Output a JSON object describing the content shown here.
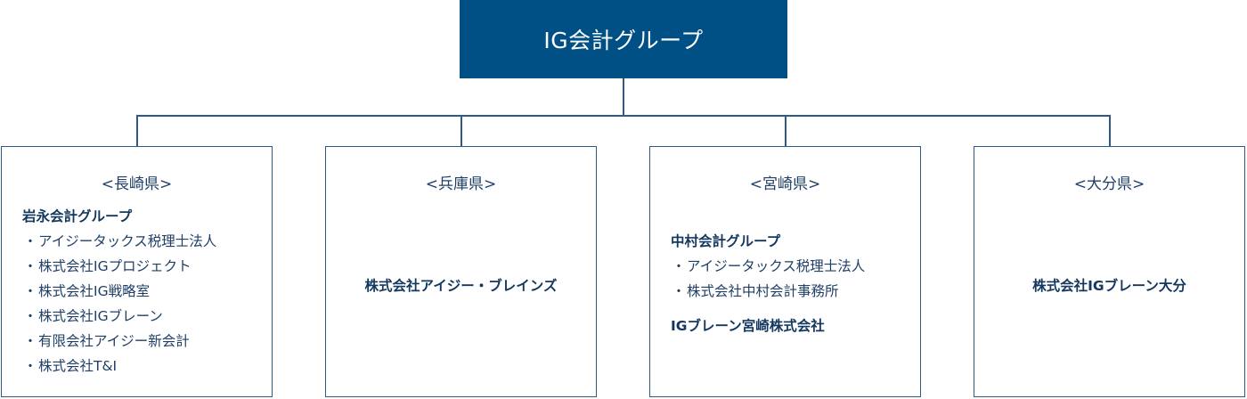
{
  "title": "IG会計グループ",
  "regions": [
    {
      "name": "<長崎県>",
      "group": "岩永会計グループ",
      "items": [
        "アイジータックス税理士法人",
        "株式会社IGプロジェクト",
        "株式会社IG戦略室",
        "株式会社IGブレーン",
        "有限会社アイジー新会計",
        "株式会社T&I"
      ]
    },
    {
      "name": "<兵庫県>",
      "company": "株式会社アイジー・ブレインズ"
    },
    {
      "name": "<宮崎県>",
      "group": "中村会計グループ",
      "items": [
        "アイジータックス税理士法人",
        "株式会社中村会計事務所"
      ],
      "company": "IGブレーン宮崎株式会社"
    },
    {
      "name": "<大分県>",
      "company": "株式会社IGブレーン大分"
    }
  ],
  "colors": {
    "header_fill": "#004f85",
    "line": "#2f5a86",
    "text": "#1f3f66"
  }
}
